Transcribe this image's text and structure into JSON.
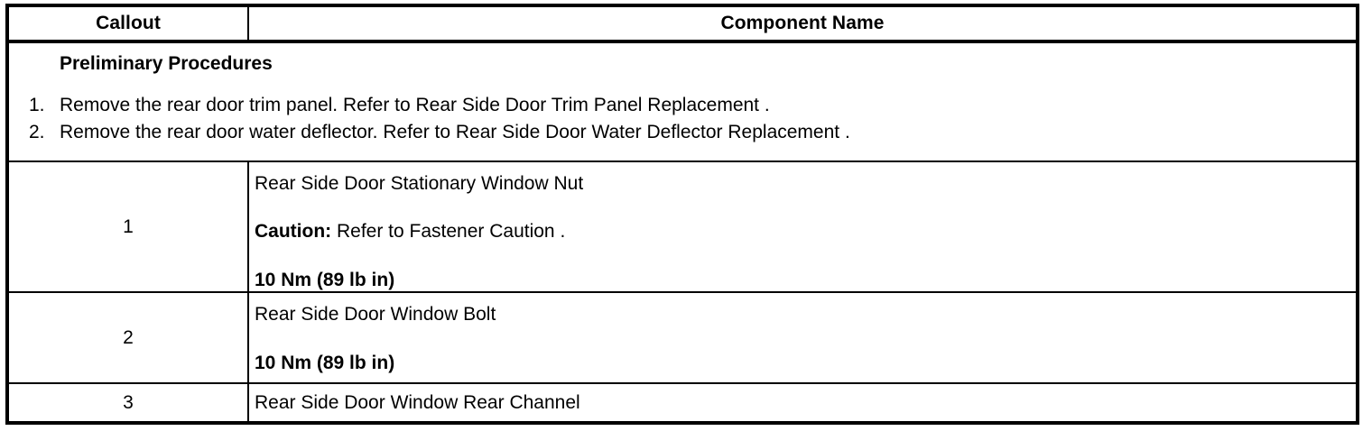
{
  "table": {
    "headers": {
      "callout": "Callout",
      "component_name": "Component Name"
    },
    "preliminary": {
      "title": "Preliminary Procedures",
      "items": [
        {
          "num": "1.",
          "text": "Remove the rear door trim panel. Refer to Rear Side Door Trim Panel Replacement ."
        },
        {
          "num": "2.",
          "text": "Remove the rear door water deflector. Refer to Rear Side Door Water Deflector Replacement ."
        }
      ]
    },
    "rows": [
      {
        "callout": "1",
        "name": "Rear Side Door Stationary Window Nut",
        "caution_label": "Caution:",
        "caution_text": " Refer to Fastener Caution .",
        "torque": "10 Nm (89 lb in)"
      },
      {
        "callout": "2",
        "name": "Rear Side Door Window Bolt",
        "torque": "10 Nm (89 lb in)"
      },
      {
        "callout": "3",
        "name": "Rear Side Door Window Rear Channel"
      }
    ]
  },
  "colors": {
    "border": "#000000",
    "text": "#000000",
    "background": "#ffffff"
  }
}
